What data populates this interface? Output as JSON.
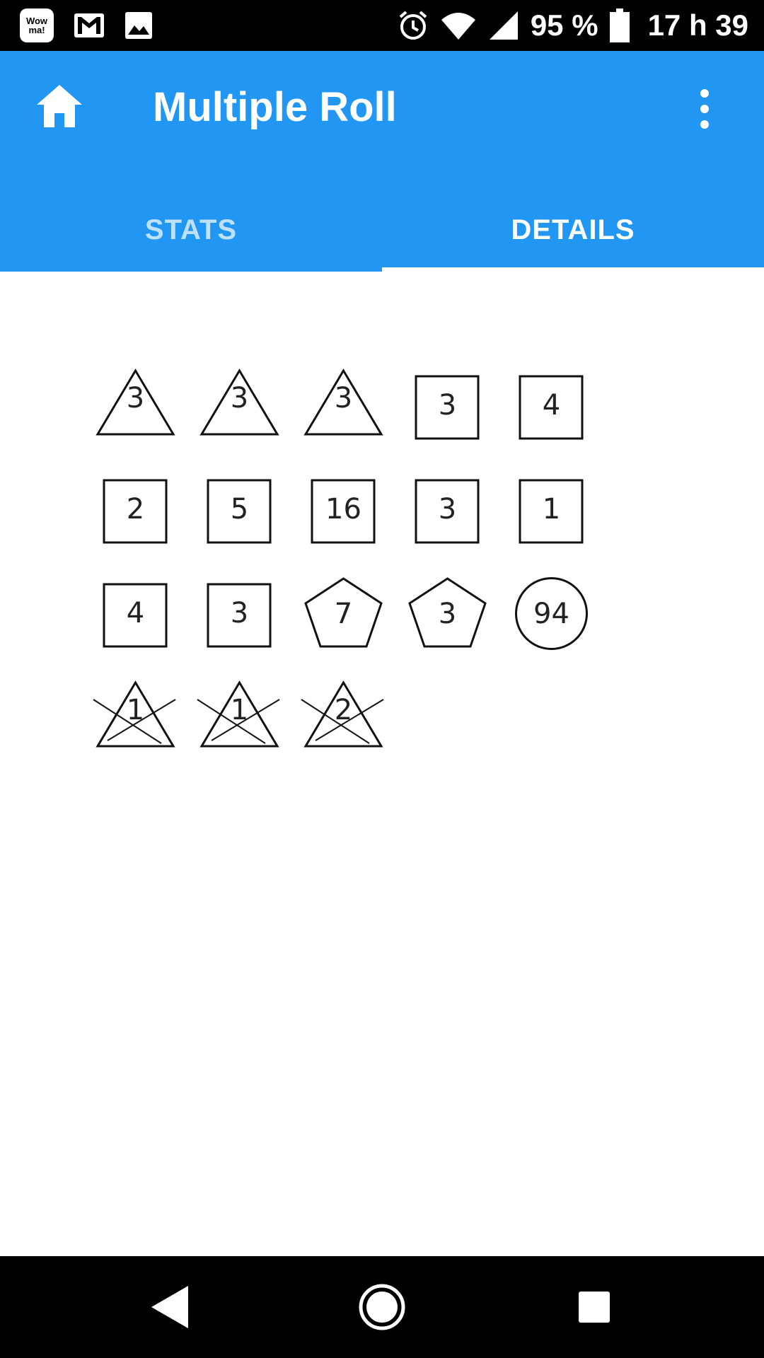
{
  "status_bar": {
    "notification_icons": [
      "wowma-app-icon",
      "gmail-icon",
      "gallery-icon"
    ],
    "wowma_label_line1": "Wow",
    "wowma_label_line2": "ma!",
    "battery_percent": "95 %",
    "time": "17 h 39",
    "status_icons": [
      "alarm-icon",
      "wifi-icon",
      "cell-signal-icon",
      "battery-icon"
    ]
  },
  "app_bar": {
    "title": "Multiple Roll",
    "home_icon": "home-icon",
    "menu_icon": "more-vert-icon",
    "background_color": "#2196F3"
  },
  "tabs": [
    {
      "label": "STATS",
      "active": false
    },
    {
      "label": "DETAILS",
      "active": true
    }
  ],
  "dice": [
    {
      "shape": "triangle",
      "value": "3",
      "discarded": false
    },
    {
      "shape": "triangle",
      "value": "3",
      "discarded": false
    },
    {
      "shape": "triangle",
      "value": "3",
      "discarded": false
    },
    {
      "shape": "square",
      "value": "3",
      "discarded": false
    },
    {
      "shape": "square",
      "value": "4",
      "discarded": false
    },
    {
      "shape": "square",
      "value": "2",
      "discarded": false
    },
    {
      "shape": "square",
      "value": "5",
      "discarded": false
    },
    {
      "shape": "square",
      "value": "16",
      "discarded": false
    },
    {
      "shape": "square",
      "value": "3",
      "discarded": false
    },
    {
      "shape": "square",
      "value": "1",
      "discarded": false
    },
    {
      "shape": "square",
      "value": "4",
      "discarded": false
    },
    {
      "shape": "square",
      "value": "3",
      "discarded": false
    },
    {
      "shape": "pentagon",
      "value": "7",
      "discarded": false
    },
    {
      "shape": "pentagon",
      "value": "3",
      "discarded": false
    },
    {
      "shape": "circle",
      "value": "94",
      "discarded": false
    },
    {
      "shape": "triangle",
      "value": "1",
      "discarded": true
    },
    {
      "shape": "triangle",
      "value": "1",
      "discarded": true
    },
    {
      "shape": "triangle",
      "value": "2",
      "discarded": true
    }
  ],
  "nav_bar": {
    "buttons": [
      "back-icon",
      "home-circle-icon",
      "recents-icon"
    ]
  }
}
